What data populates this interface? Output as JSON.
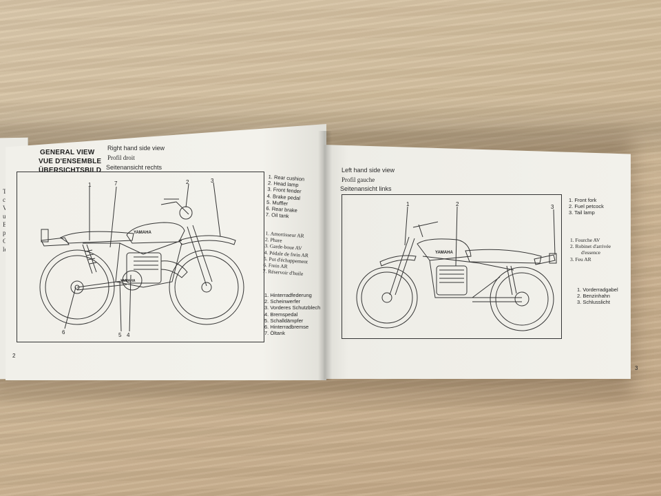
{
  "left_margin_fragments": [
    "Toute",
    "classe",
    "Votre",
    "un fo",
    "Bien e",
    "parfai",
    "C'est",
    "les re"
  ],
  "left_page": {
    "headings": [
      "GENERAL VIEW",
      "VUE D'ENSEMBLE",
      "ÜBERSICHTSBILD"
    ],
    "subtitles": [
      "Right hand side view",
      "Profil droit",
      "Seitenansicht rechts"
    ],
    "callouts": [
      "1",
      "7",
      "2",
      "3",
      "6",
      "5",
      "4"
    ],
    "tank_text": "YAMAHA",
    "engine_text": "YAMAHA",
    "legend_en": [
      "1. Rear cushion",
      "2. Head lamp",
      "3. Front fender",
      "4. Brake pedal",
      "5. Muffler",
      "6. Rear brake",
      "7. Oil tank"
    ],
    "legend_fr": [
      "1. Amortisseur AR",
      "2. Phare",
      "3. Garde-boue AV",
      "4. Pédale de frein AR",
      "5. Pot d'échappement",
      "6. Frein AR",
      "7. Réservoir d'huile"
    ],
    "legend_de": [
      "1. Hinterradfederung",
      "2. Scheinwerfer",
      "3. Vorderes Schutzblech",
      "4. Bremspedal",
      "5. Schalldämpfer",
      "6. Hinterradbremse",
      "7. Öltank"
    ],
    "page_number": "2"
  },
  "right_page": {
    "subtitles": [
      "Left hand side view",
      "Profil gauche",
      "Seitenansicht links"
    ],
    "callouts": [
      "1",
      "2",
      "3"
    ],
    "tank_text": "YAMAHA",
    "legend_en": [
      "1. Front fork",
      "2. Fuel petcock",
      "3. Tail lamp"
    ],
    "legend_fr": [
      "1. Fourche AV",
      "2. Robinet d'arrivée",
      "d'essence",
      "3. Feu AR"
    ],
    "legend_de": [
      "1. Vorderradgabel",
      "2. Benzinhahn",
      "3. Schlusslicht"
    ],
    "page_number": "3"
  }
}
